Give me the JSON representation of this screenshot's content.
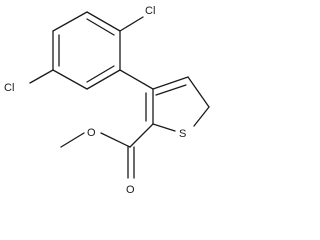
{
  "molecule": {
    "atoms": {
      "cl_top": "Cl",
      "cl_left": "Cl",
      "sulfur": "S",
      "carbonyl_o": "O",
      "ester_o": "O"
    }
  }
}
